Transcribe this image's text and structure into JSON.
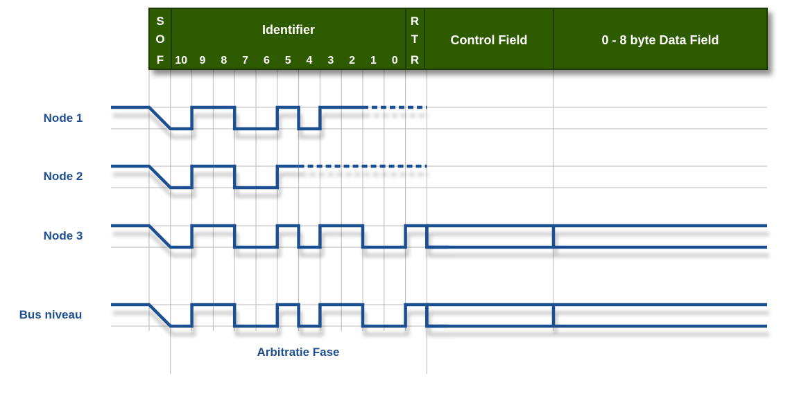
{
  "colors": {
    "header_fill": "#2d5a06",
    "header_stroke": "#1c3b02",
    "signal": "#1f4f8f",
    "grid": "#b8b8b8"
  },
  "header": {
    "sof_letters": [
      "S",
      "O",
      "F"
    ],
    "identifier_label": "Identifier",
    "identifier_bits": [
      "10",
      "9",
      "8",
      "7",
      "6",
      "5",
      "4",
      "3",
      "2",
      "1",
      "0"
    ],
    "rtr_letters": [
      "R",
      "T",
      "R"
    ],
    "control_field_label": "Control Field",
    "data_field_label": "0 - 8 byte Data Field"
  },
  "signals": [
    {
      "label": "Node 1",
      "levels": [
        1,
        0,
        1,
        1,
        0,
        0,
        1,
        0,
        1,
        1,
        1
      ],
      "dotted_from_bit": 10,
      "continues": false
    },
    {
      "label": "Node 2",
      "levels": [
        1,
        0,
        1,
        1,
        0,
        0,
        1,
        1
      ],
      "dotted_from_bit": 7,
      "continues": false
    },
    {
      "label": "Node 3",
      "levels": [
        1,
        0,
        1,
        1,
        0,
        0,
        1,
        0,
        1,
        1,
        0,
        0,
        1,
        0
      ],
      "dotted_from_bit": null,
      "continues": true
    },
    {
      "label": "Bus niveau",
      "levels": [
        1,
        0,
        1,
        1,
        0,
        0,
        1,
        0,
        1,
        1,
        0,
        0,
        1,
        0
      ],
      "dotted_from_bit": null,
      "continues": true
    }
  ],
  "arbitration_label": "Arbitratie Fase"
}
